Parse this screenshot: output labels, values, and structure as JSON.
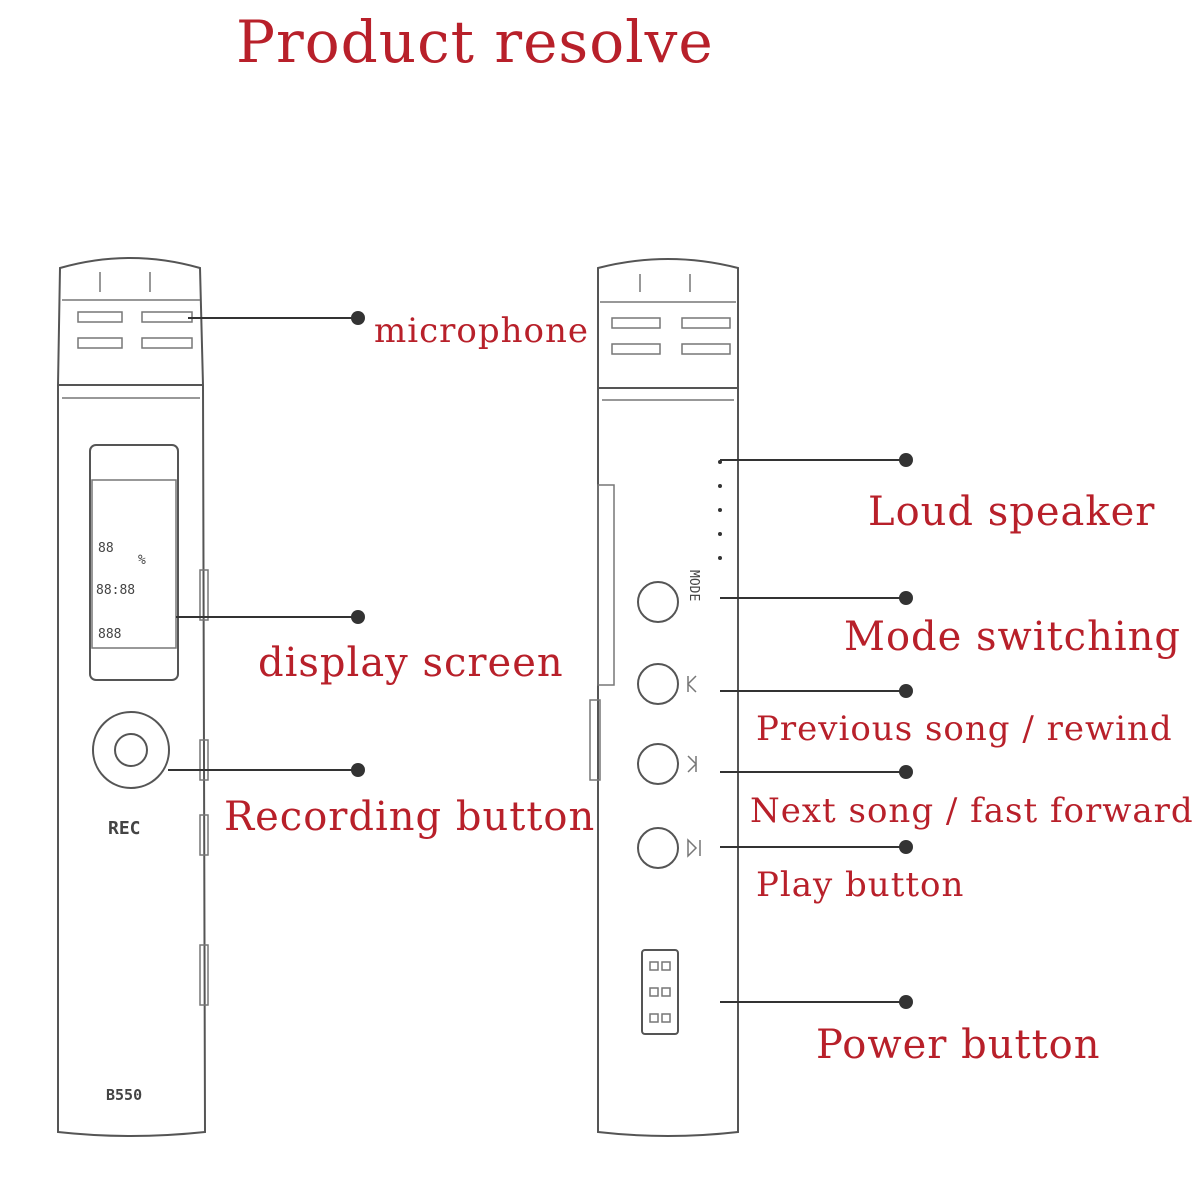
{
  "title": "Product resolve",
  "left_device": {
    "labels": {
      "microphone": "microphone",
      "display_screen": "display screen",
      "recording_button": "Recording button"
    },
    "printed": {
      "rec": "REC",
      "model": "B550",
      "screen_readouts": [
        "88",
        "%",
        "88:88",
        "888"
      ]
    }
  },
  "right_device": {
    "labels": {
      "loud_speaker": "Loud speaker",
      "mode_switching": "Mode switching",
      "previous": "Previous song / rewind",
      "next": "Next song / fast forward",
      "play": "Play button",
      "power": "Power button"
    },
    "printed": {
      "mode": "MODE"
    }
  }
}
